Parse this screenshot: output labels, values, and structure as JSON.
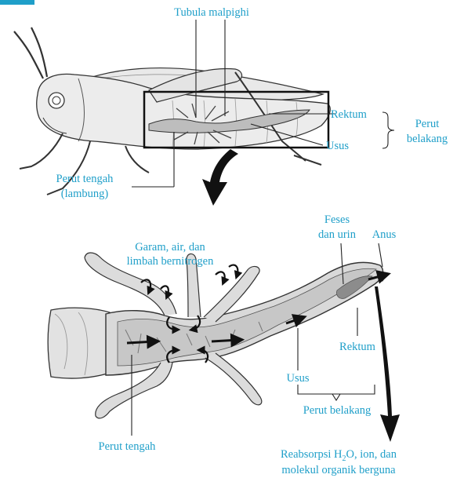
{
  "colors": {
    "label": "#1f9fc9",
    "tab": "#1f9fc9",
    "ink": "#222222",
    "organ": "#d9d9d9",
    "organ_dark": "#9c9c9c"
  },
  "top": {
    "tubula_malpighi": "Tubula malpighi",
    "rektum": "Rektum",
    "usus": "Usus",
    "perut_belakang_1": "Perut",
    "perut_belakang_2": "belakang",
    "perut_tengah_1": "Perut tengah",
    "perut_tengah_2": "(lambung)"
  },
  "bottom": {
    "garam_1": "Garam, air, dan",
    "garam_2": "limbah bernitrogen",
    "feses_1": "Feses",
    "feses_2": "dan urin",
    "anus": "Anus",
    "rektum": "Rektum",
    "usus": "Usus",
    "perut_belakang": "Perut belakang",
    "perut_tengah": "Perut tengah",
    "reabsorpsi_pre": "Reabsorpsi H",
    "reabsorpsi_sub": "2",
    "reabsorpsi_post": "O, ion, dan",
    "reabsorpsi_2": "molekul organik berguna"
  }
}
